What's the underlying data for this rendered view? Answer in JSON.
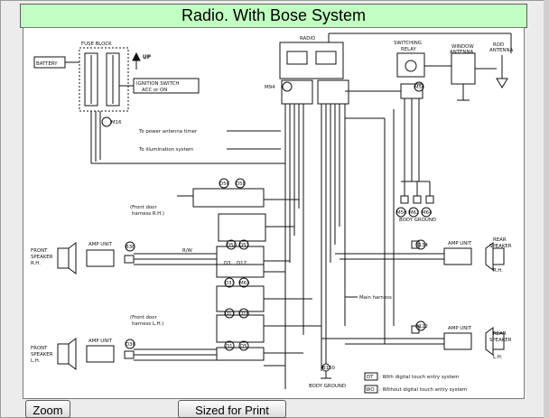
{
  "window": {
    "title": "Radio. With Bose System"
  },
  "buttons": {
    "zoom": "Zoom",
    "sized_for_print": "Sized for Print"
  },
  "diagram": {
    "battery": "BATTERY",
    "fuse_block": "FUSE BLOCK",
    "up": "UP",
    "ignition_switch_1": "IGNITION SWITCH",
    "ignition_switch_2": "ACC or ON",
    "radio": "RADIO",
    "switching_relay_1": "SWITCHING",
    "switching_relay_2": "RELAY",
    "window_antenna_1": "WINDOW",
    "window_antenna_2": "ANTENNA",
    "rod_antenna_1": "ROD",
    "rod_antenna_2": "ANTENNA",
    "power_antenna": "To power antenna timer",
    "illumination": "To illumination system",
    "front_door_rh_1": "(Front door",
    "front_door_rh_2": "harness R.H.)",
    "front_door_lh_1": "(Front door",
    "front_door_lh_2": "harness L.H.)",
    "front_speaker_rh_1": "FRONT",
    "front_speaker_rh_2": "SPEAKER",
    "front_speaker_rh_3": "R.H.",
    "front_speaker_lh_1": "FRONT",
    "front_speaker_lh_2": "SPEAKER",
    "front_speaker_lh_3": "L.H.",
    "rear_speaker_rh_1": "REAR",
    "rear_speaker_rh_2": "SPEAKER",
    "rear_speaker_rh_3": "R.H.",
    "rear_speaker_lh_1": "REAR",
    "rear_speaker_lh_2": "SPEAKER",
    "rear_speaker_lh_3": "L.H.",
    "amp_unit": "AMP UNIT",
    "main_harness": "Main harness",
    "body_ground": "BODY GROUND",
    "dt_code": "DT",
    "dt_text": ": With digital touch entry system",
    "wo_code": "WO",
    "wo_text": ": Without digital touch entry system",
    "connectors": {
      "m94": "M94",
      "m5": "M5",
      "m16": "M16",
      "m50": "M50",
      "m62": "M62",
      "m63": "M63",
      "m64": "M64",
      "b36": "B36",
      "b134": "B134",
      "b122": "B122",
      "b130": "B130",
      "d56": "D56",
      "d58": "D58",
      "d50": "D50",
      "d51": "D51",
      "d33": "D33",
      "d3": "D3",
      "d11": "D11",
      "d16": "D16",
      "d1": "D1",
      "d5": "D5",
      "d17": "D17",
      "d36": "D36"
    },
    "wire_rw": "R/W"
  }
}
